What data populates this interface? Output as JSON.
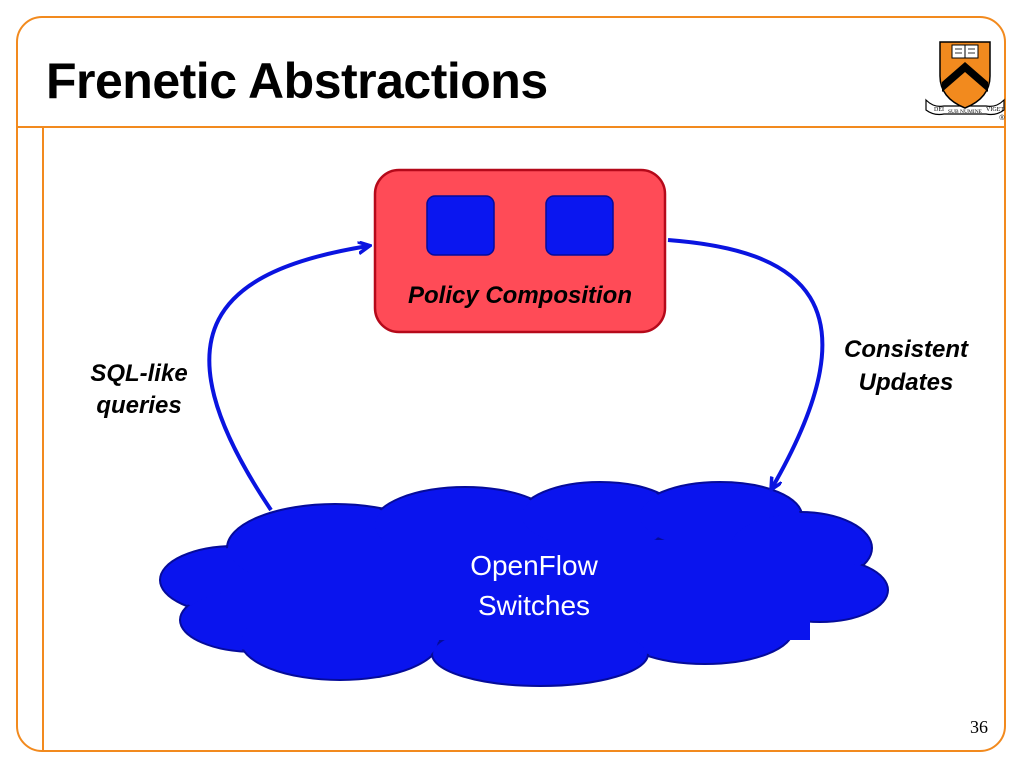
{
  "slide": {
    "title": "Frenetic Abstractions",
    "page_number": "36"
  },
  "logo": {
    "ribbon_left": "DEI",
    "ribbon_center": "SUB NUMINE",
    "ribbon_right": "VIGET",
    "registered_mark": "®",
    "icon": "princeton-shield-icon"
  },
  "diagram": {
    "policy_box_label": "Policy Composition",
    "left_arrow_label": [
      "SQL-like",
      "queries"
    ],
    "right_arrow_label": [
      "Consistent",
      "Updates"
    ],
    "cloud_label": [
      "OpenFlow",
      "Switches"
    ]
  },
  "colors": {
    "accent_orange": "#f28a1e",
    "policy_box_fill": "#ff4b57",
    "policy_box_border": "#b5091a",
    "module_fill": "#0a16f0",
    "cloud_fill": "#0a14ee",
    "arrow_color": "#0a14e0"
  }
}
